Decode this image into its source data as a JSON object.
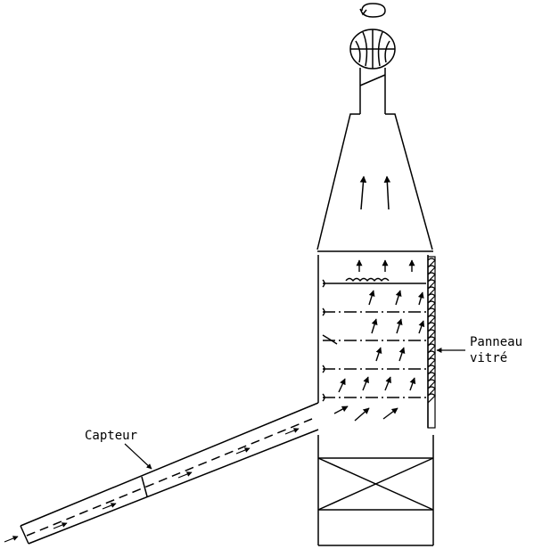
{
  "labels": {
    "collector": "Capteur",
    "glazed_panel_line1": "Panneau",
    "glazed_panel_line2": "vitré"
  },
  "colors": {
    "ink": "#000000",
    "paper": "#ffffff"
  },
  "icons": {
    "rotation": "rotation-arrow-icon",
    "turbine": "wind-turbine-ventilator-icon",
    "airflow": "airflow-arrow-icon"
  }
}
